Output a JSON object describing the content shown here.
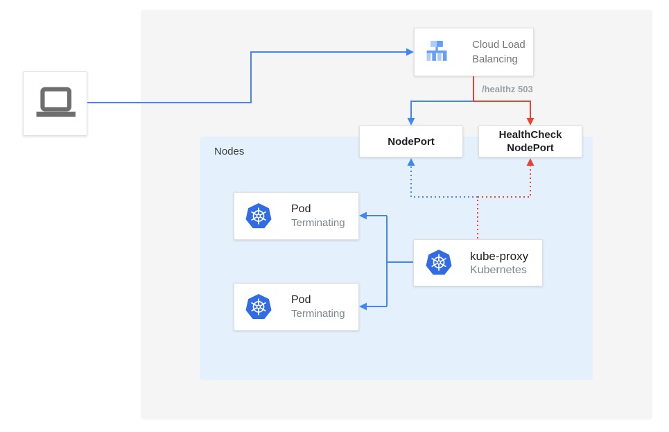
{
  "colors": {
    "blue": "#4285F4",
    "red": "#EA4335",
    "kubernetes_blue": "#326CE5",
    "canvas_gray": "#F5F5F5",
    "nodes_bg": "#E4F1FC",
    "box_border": "#E0E0E0",
    "text_dark": "#202124",
    "text_gray": "#80868B",
    "healthz_gray": "#9AA0A6",
    "laptop_gray": "#6E6E6E",
    "lb_light": "#AECBFA",
    "lb_medium": "#669DF6"
  },
  "nodes": {
    "client": {
      "icon": "laptop-icon"
    },
    "cloud_load_balancing": {
      "label": "Cloud Load Balancing",
      "icon": "load-balancer-icon"
    },
    "nodeport": {
      "label": "NodePort"
    },
    "healthcheck_nodeport": {
      "label": "HealthCheck NodePort"
    },
    "nodes_group": {
      "label": "Nodes"
    },
    "pod_1": {
      "title": "Pod",
      "status": "Terminating",
      "icon": "kubernetes-icon"
    },
    "pod_2": {
      "title": "Pod",
      "status": "Terminating",
      "icon": "kubernetes-icon"
    },
    "kube_proxy": {
      "title": "kube-proxy",
      "subtitle": "Kubernetes",
      "icon": "kubernetes-icon"
    }
  },
  "edges": [
    {
      "from": "client",
      "to": "cloud-load-balancing",
      "style": "solid",
      "color": "blue"
    },
    {
      "from": "cloud-load-balancing",
      "to": "nodeport",
      "style": "solid",
      "color": "blue"
    },
    {
      "from": "cloud-load-balancing",
      "to": "healthcheck-nodeport",
      "style": "solid",
      "color": "red",
      "label": "/healthz 503"
    },
    {
      "from": "kube-proxy",
      "to": "nodeport",
      "style": "dotted",
      "color": "blue"
    },
    {
      "from": "kube-proxy",
      "to": "healthcheck-nodeport",
      "style": "dotted",
      "color": "red"
    },
    {
      "from": "kube-proxy",
      "to": "pod-1",
      "style": "solid",
      "color": "blue"
    },
    {
      "from": "kube-proxy",
      "to": "pod-2",
      "style": "solid",
      "color": "blue"
    }
  ]
}
